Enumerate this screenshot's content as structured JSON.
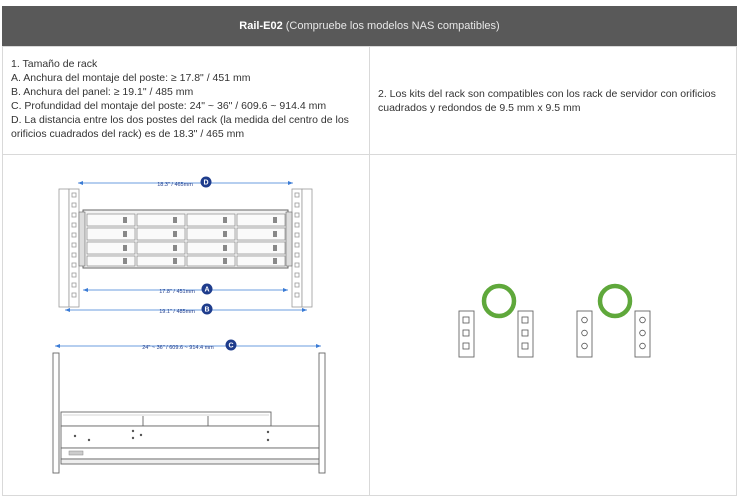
{
  "header": {
    "model": "Rail-E02",
    "note": "(Compruebe los modelos NAS compatibles)"
  },
  "spec": {
    "lines": [
      "1. Tamaño de rack",
      "A. Anchura del montaje del poste: ≥ 17.8\" / 451 mm",
      "B. Anchura del panel: ≥ 19.1\" / 485 mm",
      "C. Profundidad del montaje del poste: 24\" ~ 36\" / 609.6 ~ 914.4 mm",
      "D. La distancia entre los dos postes del rack (la medida del centro de los",
      "orificios cuadrados del rack) es de 18.3\" / 465 mm"
    ]
  },
  "compat": {
    "lines": [
      "2. Los kits del rack son compatibles con los rack de servidor con orificios",
      "cuadrados y redondos de 9.5 mm x 9.5 mm"
    ]
  },
  "diagram": {
    "dim_d": "18.3\" / 465mm",
    "dim_a": "17.8\" / 451mm",
    "dim_b": "19.1\" / 485mm",
    "dim_c": "24\" ~ 36\" / 609.6 ~ 914.4 mm",
    "badge_a": "A",
    "badge_b": "B",
    "badge_c": "C",
    "badge_d": "D",
    "accent": "#1e3c8c",
    "ring_color": "#5fa83b"
  }
}
